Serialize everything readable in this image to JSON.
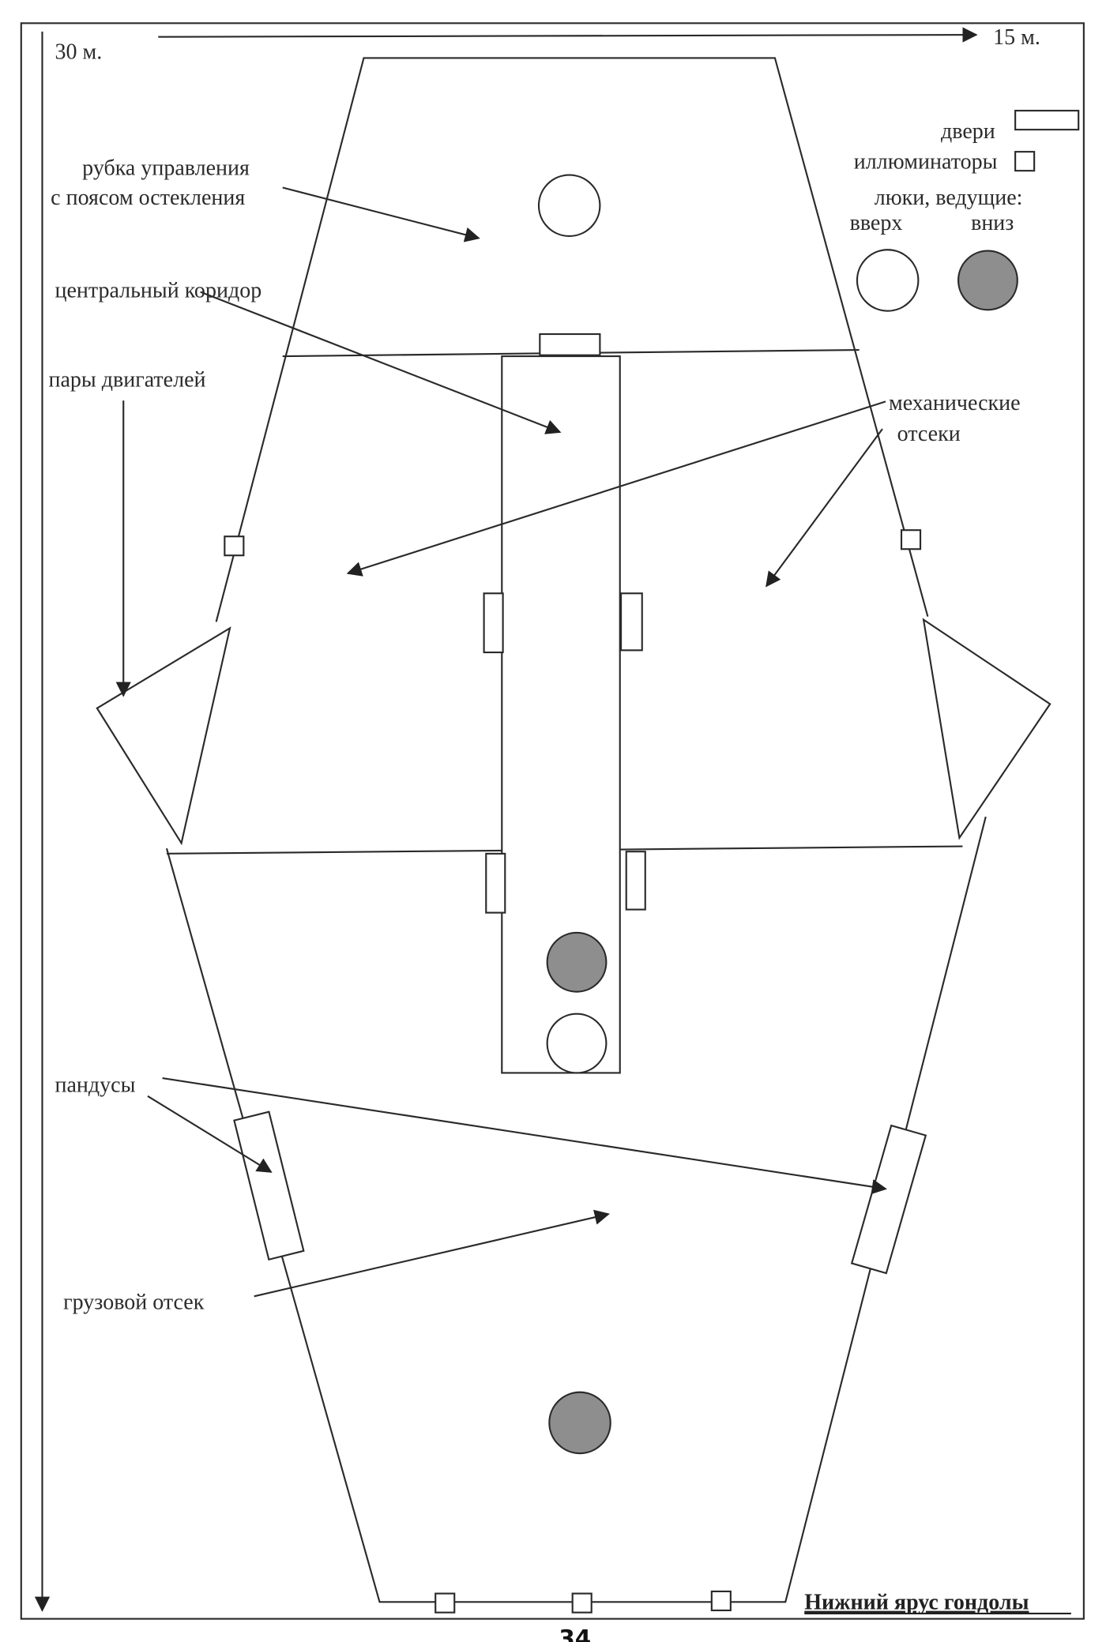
{
  "diagram": {
    "title": "Нижний ярус гондолы",
    "page_number": "34",
    "scale": {
      "length_label": "30 м.",
      "width_label": "15 м."
    },
    "legend": {
      "doors": "двери",
      "portholes": "иллюминаторы",
      "hatches_heading": "люки, ведущие:",
      "hatch_up": "вверх",
      "hatch_down": "вниз",
      "hatch_up_color": "#ffffff",
      "hatch_down_color": "#8e8e8e"
    },
    "labels": {
      "control_room_line1": "рубка управления",
      "control_room_line2": "с поясом остекления",
      "central_corridor": "центральный коридор",
      "engine_pairs": "пары двигателей",
      "mechanical_line1": "механические",
      "mechanical_line2": "отсеки",
      "ramps": "пандусы",
      "cargo_hold": "грузовой отсек"
    }
  }
}
